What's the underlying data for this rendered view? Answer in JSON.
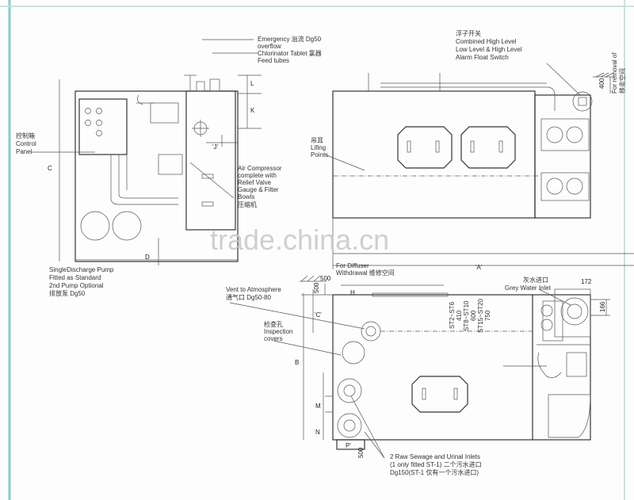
{
  "watermark": "trade.china.cn",
  "colors": {
    "frame_accent": "#7fd0c8",
    "line": "#333333"
  },
  "labels": {
    "emergency_overflow": [
      "Emergency 溢流 Dg50",
      "overflow"
    ],
    "chlorinator": [
      "Chlorinator Tablet 氯器",
      "Feed tubes"
    ],
    "control_panel": [
      "控制箱",
      "Control",
      "Panel"
    ],
    "air_compressor": [
      "Air Compressor",
      "complete with",
      "Relief Valve",
      "Gauge & Filter",
      "Bowls",
      "压缩机"
    ],
    "discharge_pump": [
      "SingleDischarge Pump",
      "Fitted as Standard",
      "2nd Pump Optional",
      "排放泵   Dg50"
    ],
    "float_switch": [
      "浮子开关",
      "Combined High Level",
      "Low Level & High Level",
      "Alarm Float Switch"
    ],
    "removal": [
      "For removal of",
      "移走空间"
    ],
    "lifting_points": [
      "吊耳",
      "Lifing",
      "Points"
    ],
    "diffuser": [
      "For Diffuser",
      "Withdrawal 维修空间"
    ],
    "vent": [
      "Vent to Atmosphere",
      "通气口    Dg50-80"
    ],
    "inspection": [
      "检查孔",
      "Inspection",
      "covers"
    ],
    "grey_water": [
      "灰水进口",
      "Grey Water Inlet"
    ],
    "raw_sewage": [
      "2 Raw Sewage and Urinal Inlets",
      "(1 only fitted ST-1)    二个污水进口",
      "Dg150(ST-1 仅有一个污水进口)"
    ],
    "model_dims": [
      "ST2~ST6",
      "410",
      "ST8~ST10",
      "600",
      "ST15~ST20",
      "750"
    ]
  },
  "dimensions": {
    "C": "C",
    "D": "D",
    "L": "L",
    "K": "K",
    "J": "'J'",
    "A": "'A'",
    "Cq": "'C'",
    "B": "B",
    "H": "H",
    "M": "M",
    "N": "N",
    "P": "P'",
    "d400": "400",
    "d500a": "500",
    "d500b": "500",
    "d500c": "500",
    "d172": "172",
    "d166": "166"
  }
}
